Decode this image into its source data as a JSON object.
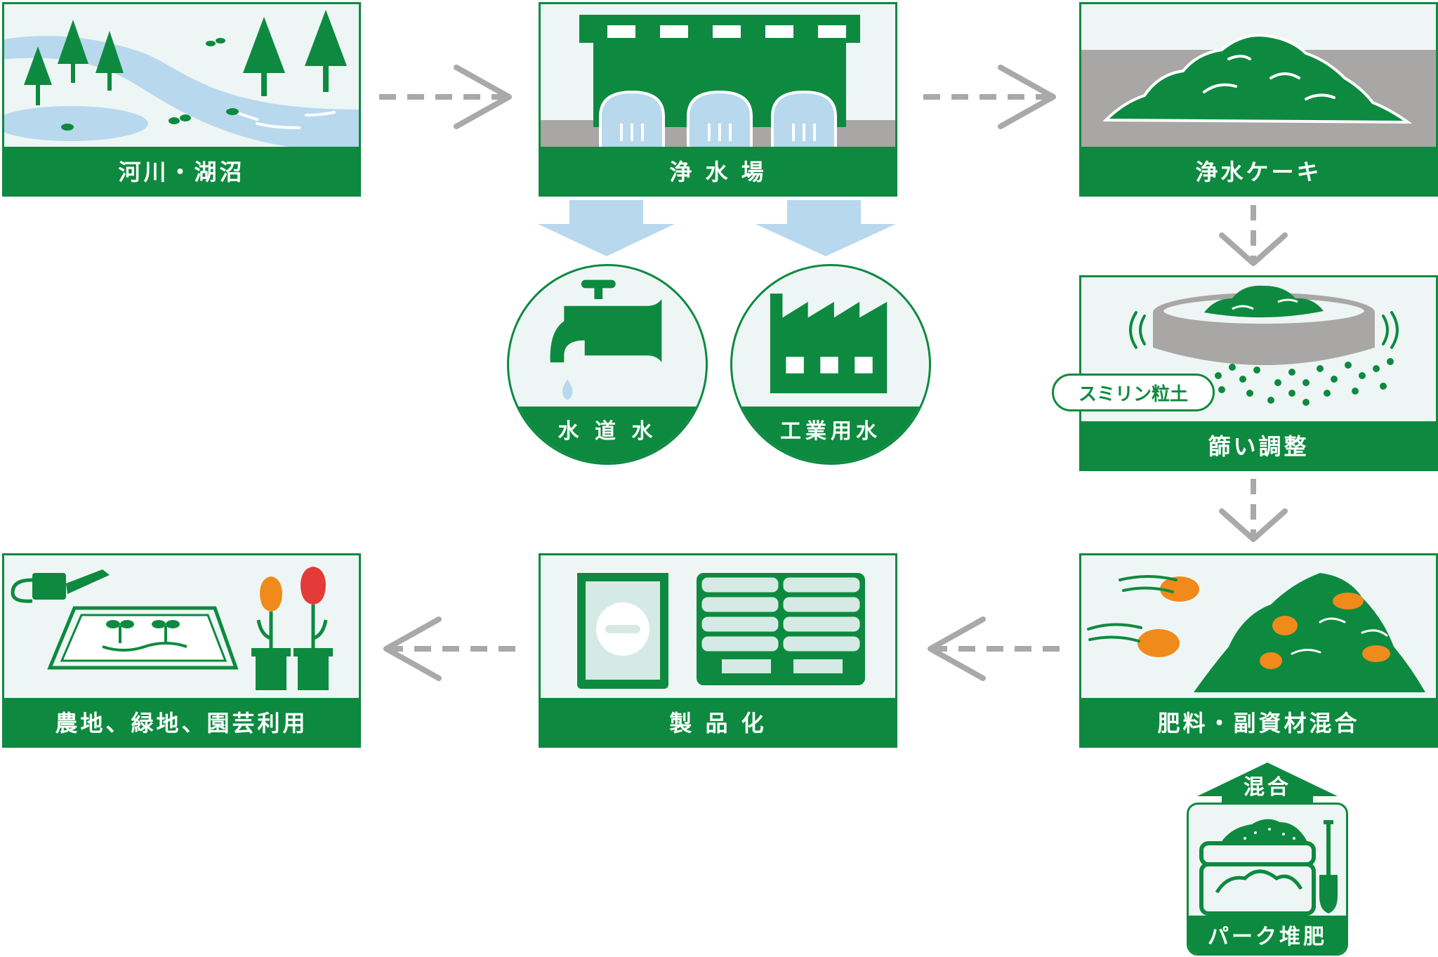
{
  "steps": {
    "river": {
      "label": "河川・湖沼"
    },
    "plant": {
      "label": "浄 水 場"
    },
    "cake": {
      "label": "浄水ケーキ"
    },
    "sieve": {
      "label": "篩い調整",
      "product_tag": "スミリン粒土"
    },
    "mix": {
      "label": "肥料・副資材混合"
    },
    "product": {
      "label": "製 品 化"
    },
    "use": {
      "label": "農地、緑地、園芸利用"
    }
  },
  "outputs": {
    "tap": {
      "label": "水 道 水"
    },
    "industrial": {
      "label": "工業用水"
    }
  },
  "additive": {
    "label": "パーク堆肥",
    "arrow_label": "混合"
  },
  "colors": {
    "green": "#0d8a3f",
    "light_bg": "#eef6f5",
    "water_blue": "#b8d8ee",
    "ground_gray": "#a8a7a5",
    "arrow_gray": "#a9a9a9",
    "orange": "#f08a1a",
    "red": "#e33a3a"
  },
  "icons": [
    "tree-icon",
    "water-plant-icon",
    "soil-pile-icon",
    "sieve-icon",
    "faucet-icon",
    "factory-icon",
    "fertilizer-bag-icon",
    "watering-can-icon",
    "tulip-icon",
    "compost-icon",
    "shovel-icon"
  ]
}
